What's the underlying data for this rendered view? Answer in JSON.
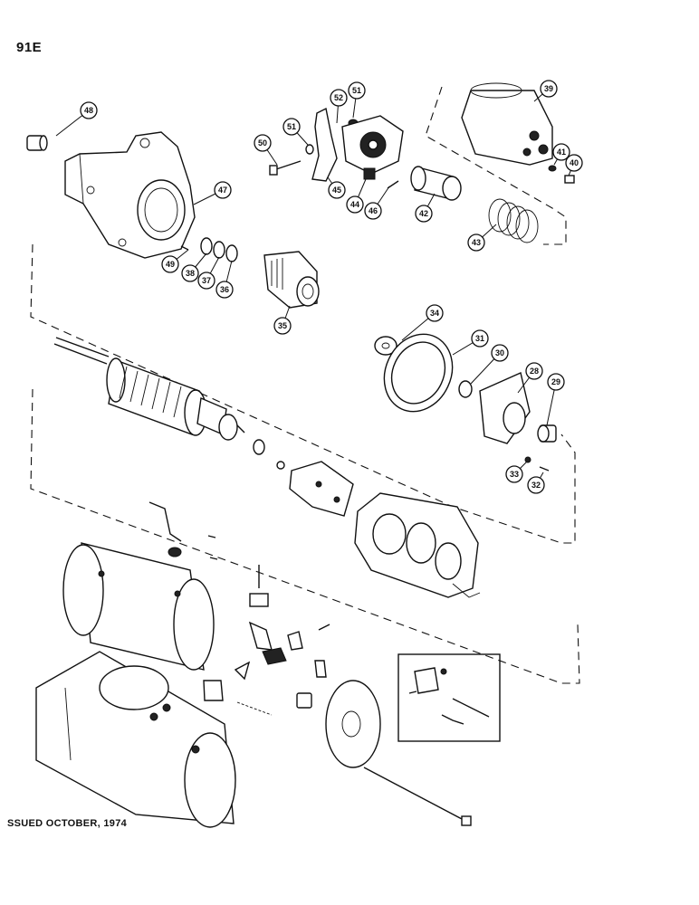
{
  "page_code": "91E",
  "issue_note": "SSUED OCTOBER, 1974",
  "callouts": [
    "48",
    "47",
    "49",
    "38",
    "37",
    "36",
    "35",
    "50",
    "51",
    "52",
    "51",
    "45",
    "44",
    "46",
    "42",
    "39",
    "41",
    "40",
    "43",
    "34",
    "31",
    "30",
    "28",
    "29",
    "33",
    "32"
  ],
  "colors": {
    "ink": "#111111",
    "paper": "#ffffff"
  }
}
